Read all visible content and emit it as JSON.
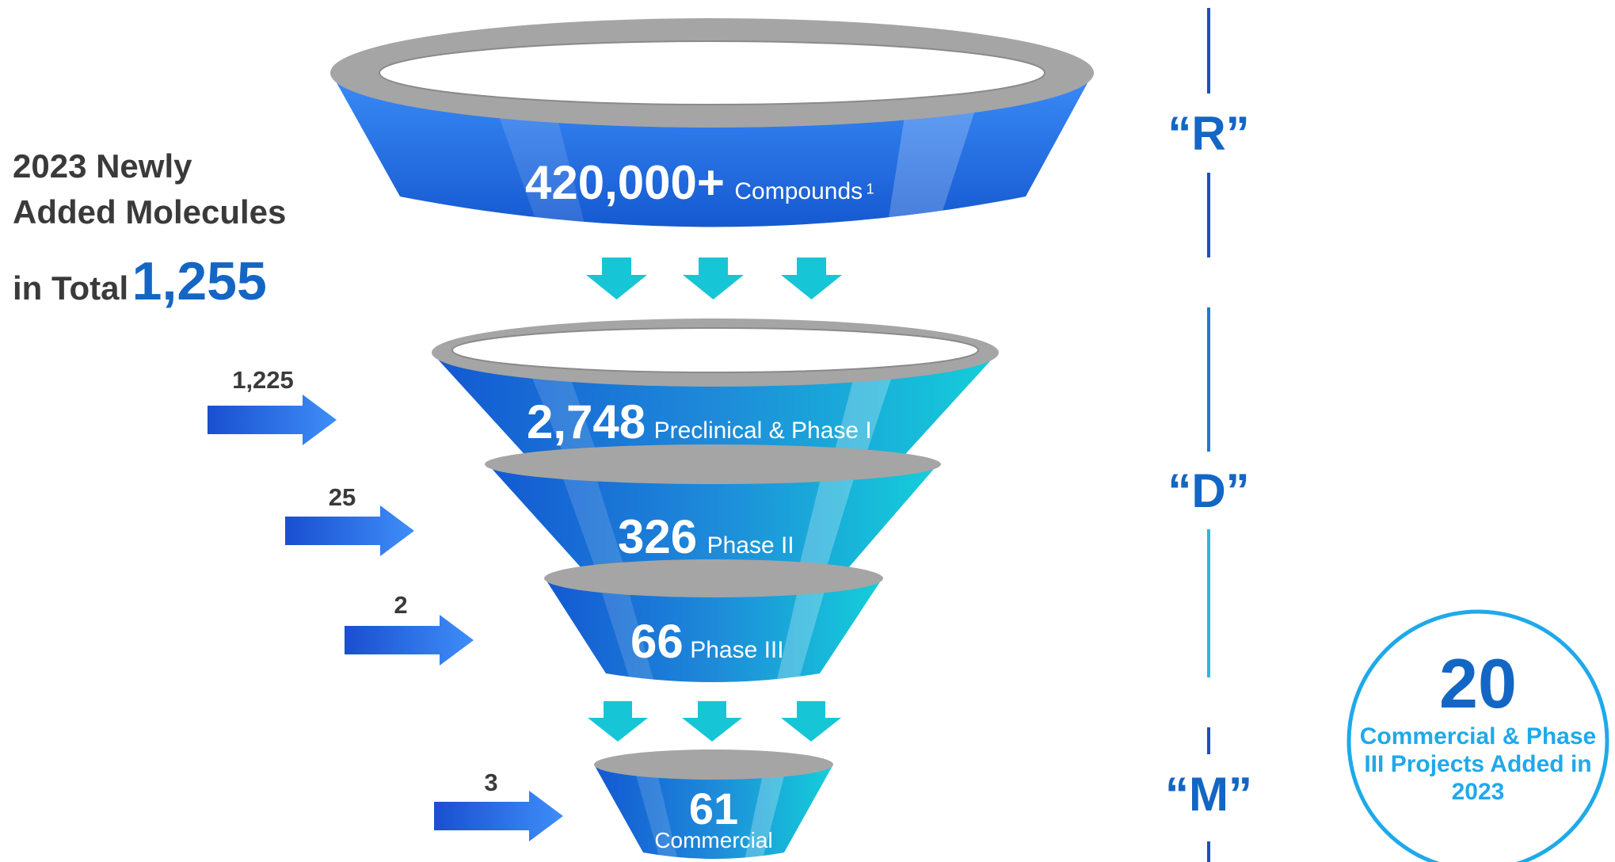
{
  "header": {
    "line1": "2023 Newly",
    "line2": "Added Molecules",
    "prefix": "in Total",
    "total": "1,255"
  },
  "funnel": {
    "stage1": {
      "value": "420,000+",
      "label": "Compounds",
      "footnote": "1"
    },
    "stage2": {
      "value": "2,748",
      "label": "Preclinical & Phase I"
    },
    "stage3": {
      "value": "326",
      "label": "Phase II"
    },
    "stage4": {
      "value": "66",
      "label": "Phase III"
    },
    "stage5": {
      "value": "61",
      "label": "Commercial"
    }
  },
  "inflows": {
    "preclinical": "1,225",
    "phase2": "25",
    "phase3": "2",
    "commercial": "3"
  },
  "segments": {
    "r": "“R”",
    "d": "“D”",
    "m": "“M”"
  },
  "badge": {
    "number": "20",
    "text": "Commercial & Phase III Projects Added in 2023"
  },
  "colors": {
    "funnel_blue": "#1e6ae6",
    "funnel_cyan": "#12cbd9",
    "rim_gray": "#a6a6a6",
    "accent_blue": "#1466c4",
    "badge_cyan": "#1fa9ea",
    "down_arrow": "#16c6d6"
  }
}
